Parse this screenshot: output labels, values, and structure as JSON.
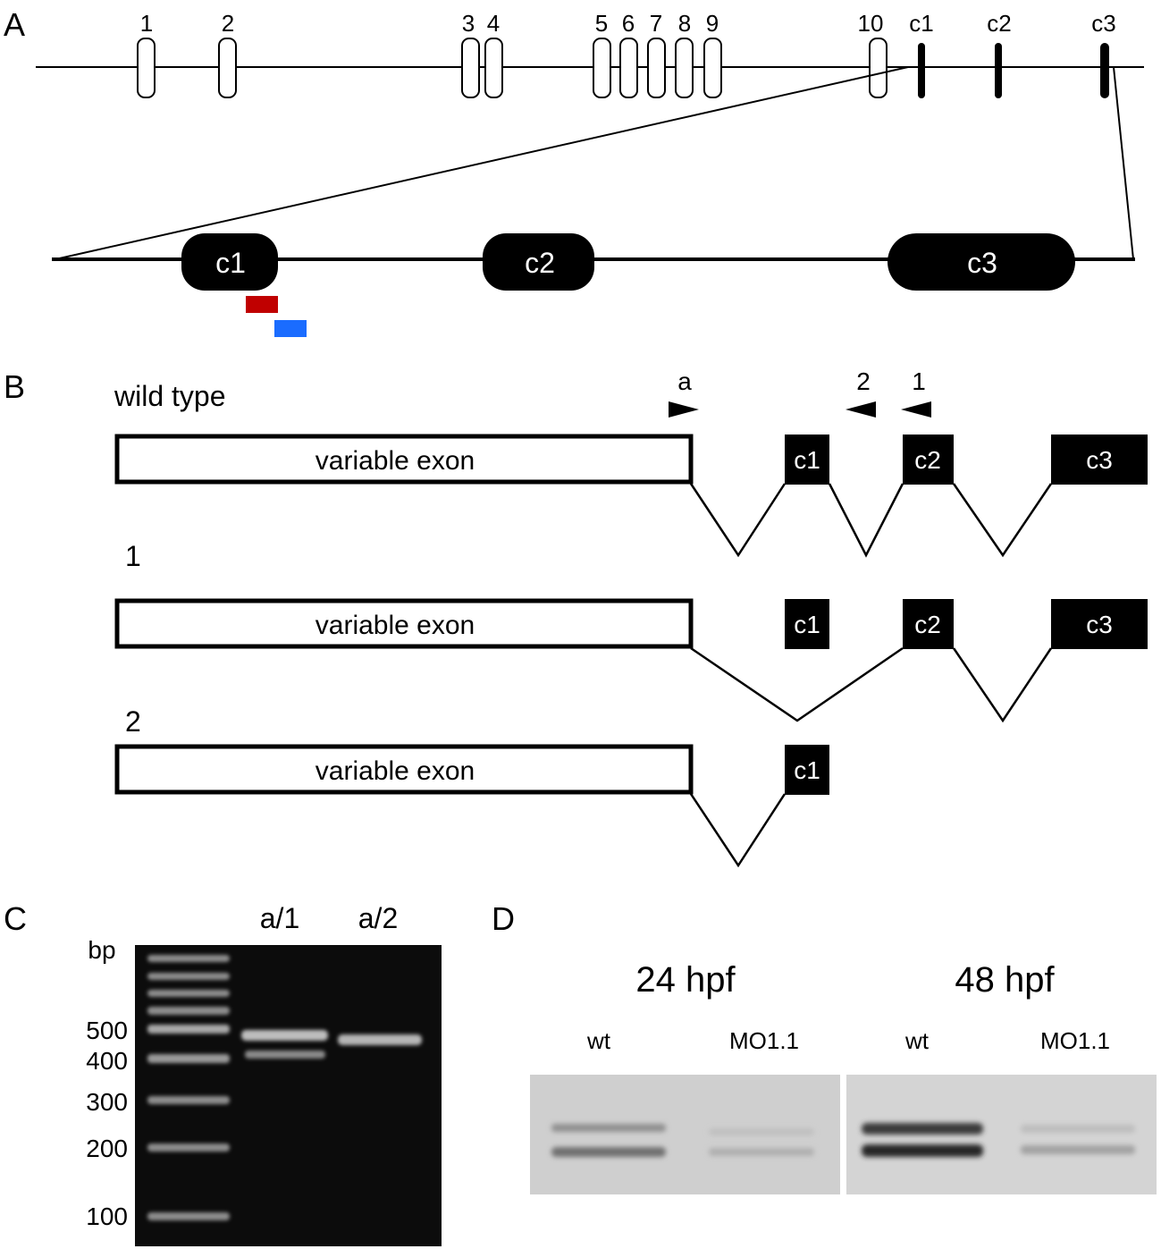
{
  "panels": {
    "A": {
      "label": "A",
      "exon_numbers": [
        "1",
        "2",
        "3",
        "4",
        "5",
        "6",
        "7",
        "8",
        "9",
        "10"
      ],
      "constant_exons": [
        "c1",
        "c2",
        "c3"
      ],
      "zoom_exons": [
        "c1",
        "c2",
        "c3"
      ],
      "morpholino_colors": [
        "#c00000",
        "#1a6cff"
      ]
    },
    "B": {
      "label": "B",
      "rows": [
        {
          "title": "wild type",
          "variable_label": "variable exon",
          "exons": [
            "c1",
            "c2",
            "c3"
          ]
        },
        {
          "title": "1",
          "variable_label": "variable exon",
          "exons": [
            "c1",
            "c2",
            "c3"
          ]
        },
        {
          "title": "2",
          "variable_label": "variable exon",
          "exons": [
            "c1"
          ]
        }
      ],
      "primers": {
        "forward": "a",
        "reverse": [
          "2",
          "1"
        ]
      }
    },
    "C": {
      "label": "C",
      "units": "bp",
      "lanes": [
        "a/1",
        "a/2"
      ],
      "ladder": [
        "500",
        "400",
        "300",
        "200",
        "100"
      ]
    },
    "D": {
      "label": "D",
      "timepoints": [
        {
          "label": "24 hpf",
          "lanes": [
            "wt",
            "MO1.1"
          ]
        },
        {
          "label": "48 hpf",
          "lanes": [
            "wt",
            "MO1.1"
          ]
        }
      ]
    }
  }
}
